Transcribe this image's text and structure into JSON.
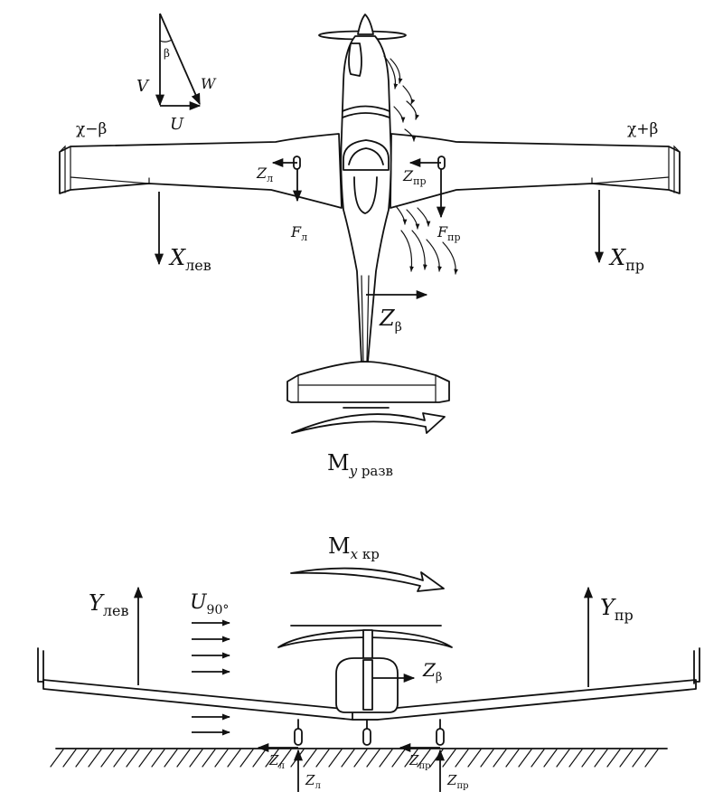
{
  "top_view": {
    "triangle": {
      "beta": "β",
      "v": "V",
      "w": "W",
      "u": "U"
    },
    "left_sweep": "χ−β",
    "right_sweep": "χ+β",
    "x_left": {
      "main": "X",
      "sub": "лев"
    },
    "x_right": {
      "main": "X",
      "sub": "пр"
    },
    "z_left": {
      "main": "Z",
      "sub": "л"
    },
    "z_right": {
      "main": "Z",
      "sub": "пр"
    },
    "f_left": {
      "main": "F",
      "sub": "л"
    },
    "f_right": {
      "main": "F",
      "sub": "пр"
    },
    "z_beta": {
      "main": "Z",
      "sub": "β"
    },
    "moment": {
      "main": "M",
      "sub_italic": "y",
      "sub": " разв"
    }
  },
  "front_view": {
    "moment": {
      "main": "M",
      "sub_italic": "x",
      "sub": " кр"
    },
    "y_left": {
      "main": "Y",
      "sub": "лев"
    },
    "y_right": {
      "main": "Y",
      "sub": "пр"
    },
    "wind": {
      "main": "U",
      "sub": "90°"
    },
    "z_beta": {
      "main": "Z",
      "sub": "β"
    },
    "ground_z_left": {
      "main": "Z",
      "sub": "л"
    },
    "ground_z_right": {
      "main": "Z",
      "sub": "пр"
    },
    "reaction_z_left": {
      "main": "Z",
      "sub": "л"
    },
    "reaction_z_right": {
      "main": "Z",
      "sub": "пр"
    }
  }
}
